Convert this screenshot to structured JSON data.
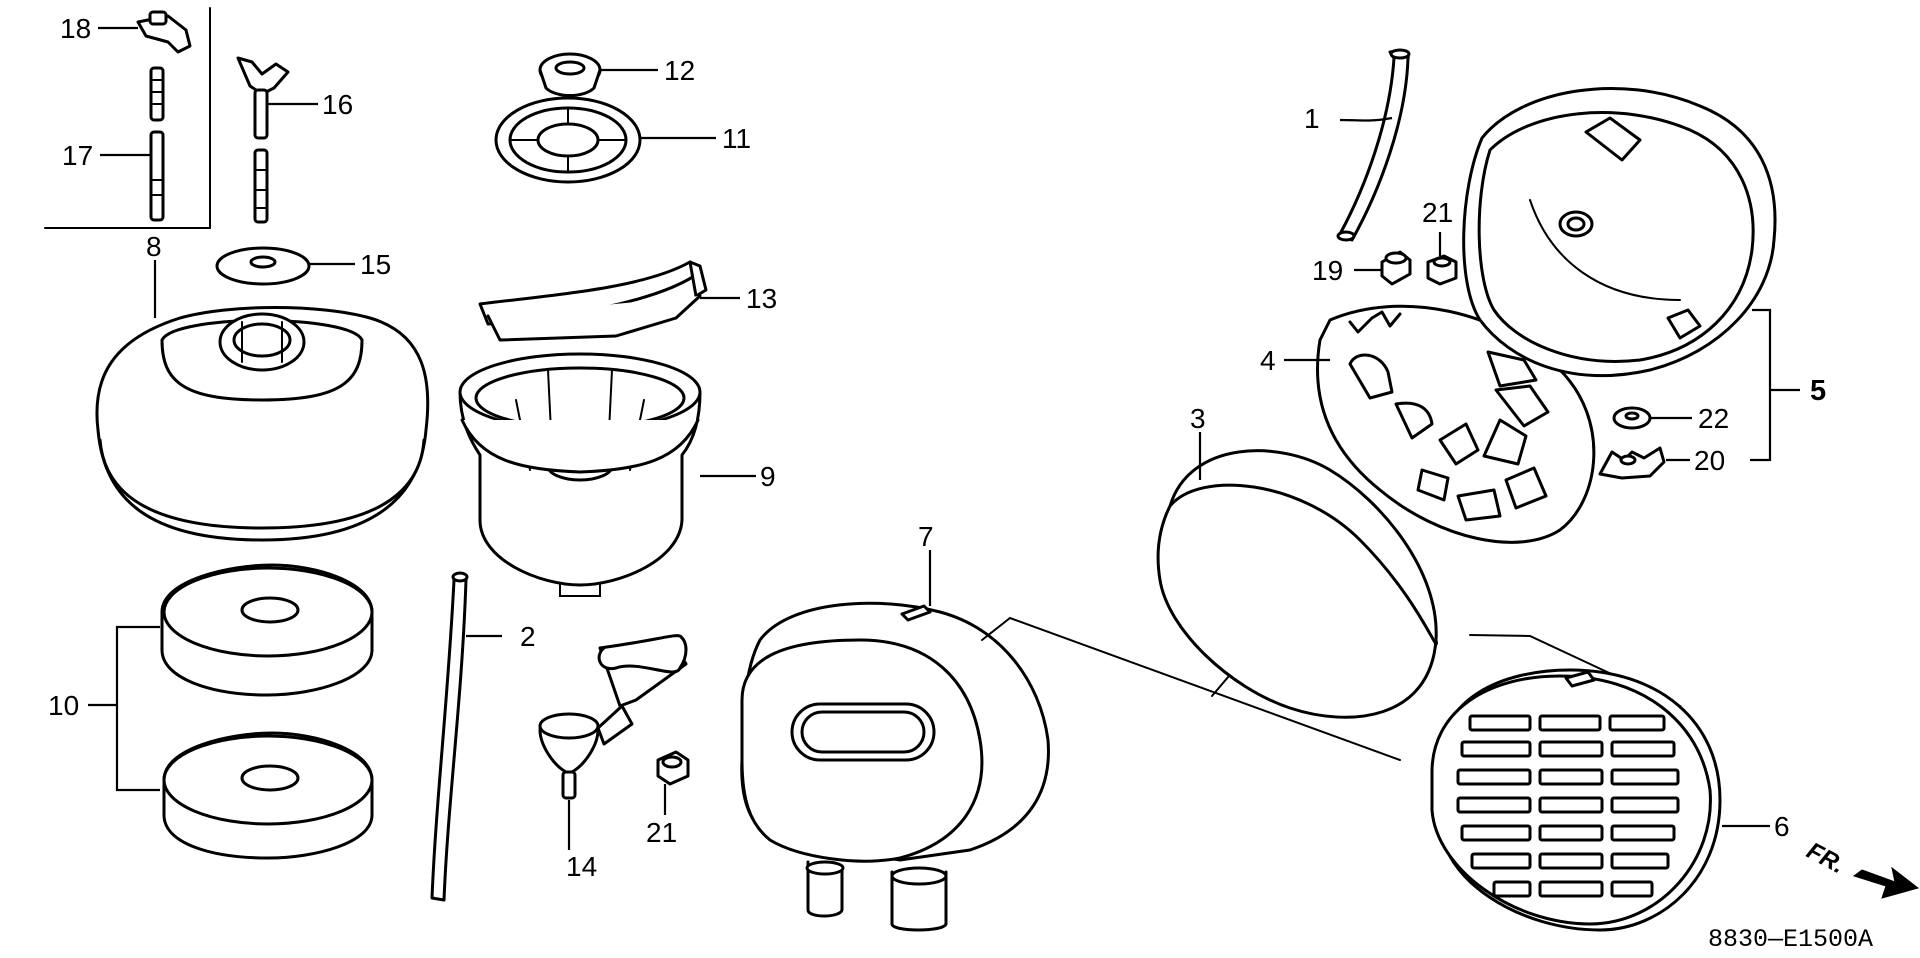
{
  "diagram": {
    "drawing_code": "8830—E1500A",
    "direction_label": "FR.",
    "callouts": {
      "c1": "1",
      "c2": "2",
      "c3": "3",
      "c4": "4",
      "c5": "5",
      "c6": "6",
      "c7": "7",
      "c8": "8",
      "c9": "9",
      "c10": "10",
      "c11": "11",
      "c12": "12",
      "c13": "13",
      "c14": "14",
      "c15": "15",
      "c16": "16",
      "c17": "17",
      "c18": "18",
      "c19": "19",
      "c20": "20",
      "c21a": "21",
      "c21b": "21",
      "c22": "22"
    }
  }
}
